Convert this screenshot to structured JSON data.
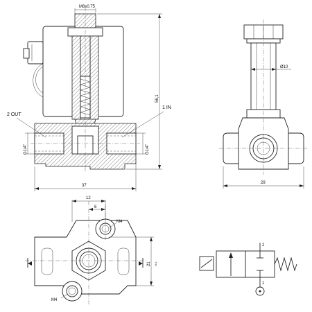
{
  "labels": {
    "thread_top": "M8x0.75",
    "port_out": "2 OUT",
    "port_in": "1 IN",
    "g_left": "G1/4\"",
    "g_right": "G1/4\"",
    "height": "56,1",
    "width_front": "37",
    "diameter": "Ø10",
    "width_side": "29",
    "dim_12": "12",
    "dim_6": "6",
    "m4_top": "M4",
    "m4_bottom": "M4",
    "dim_21": "21",
    "dim_21_tol": "±0.1",
    "port_num_2": "2",
    "port_num_1": "1"
  }
}
